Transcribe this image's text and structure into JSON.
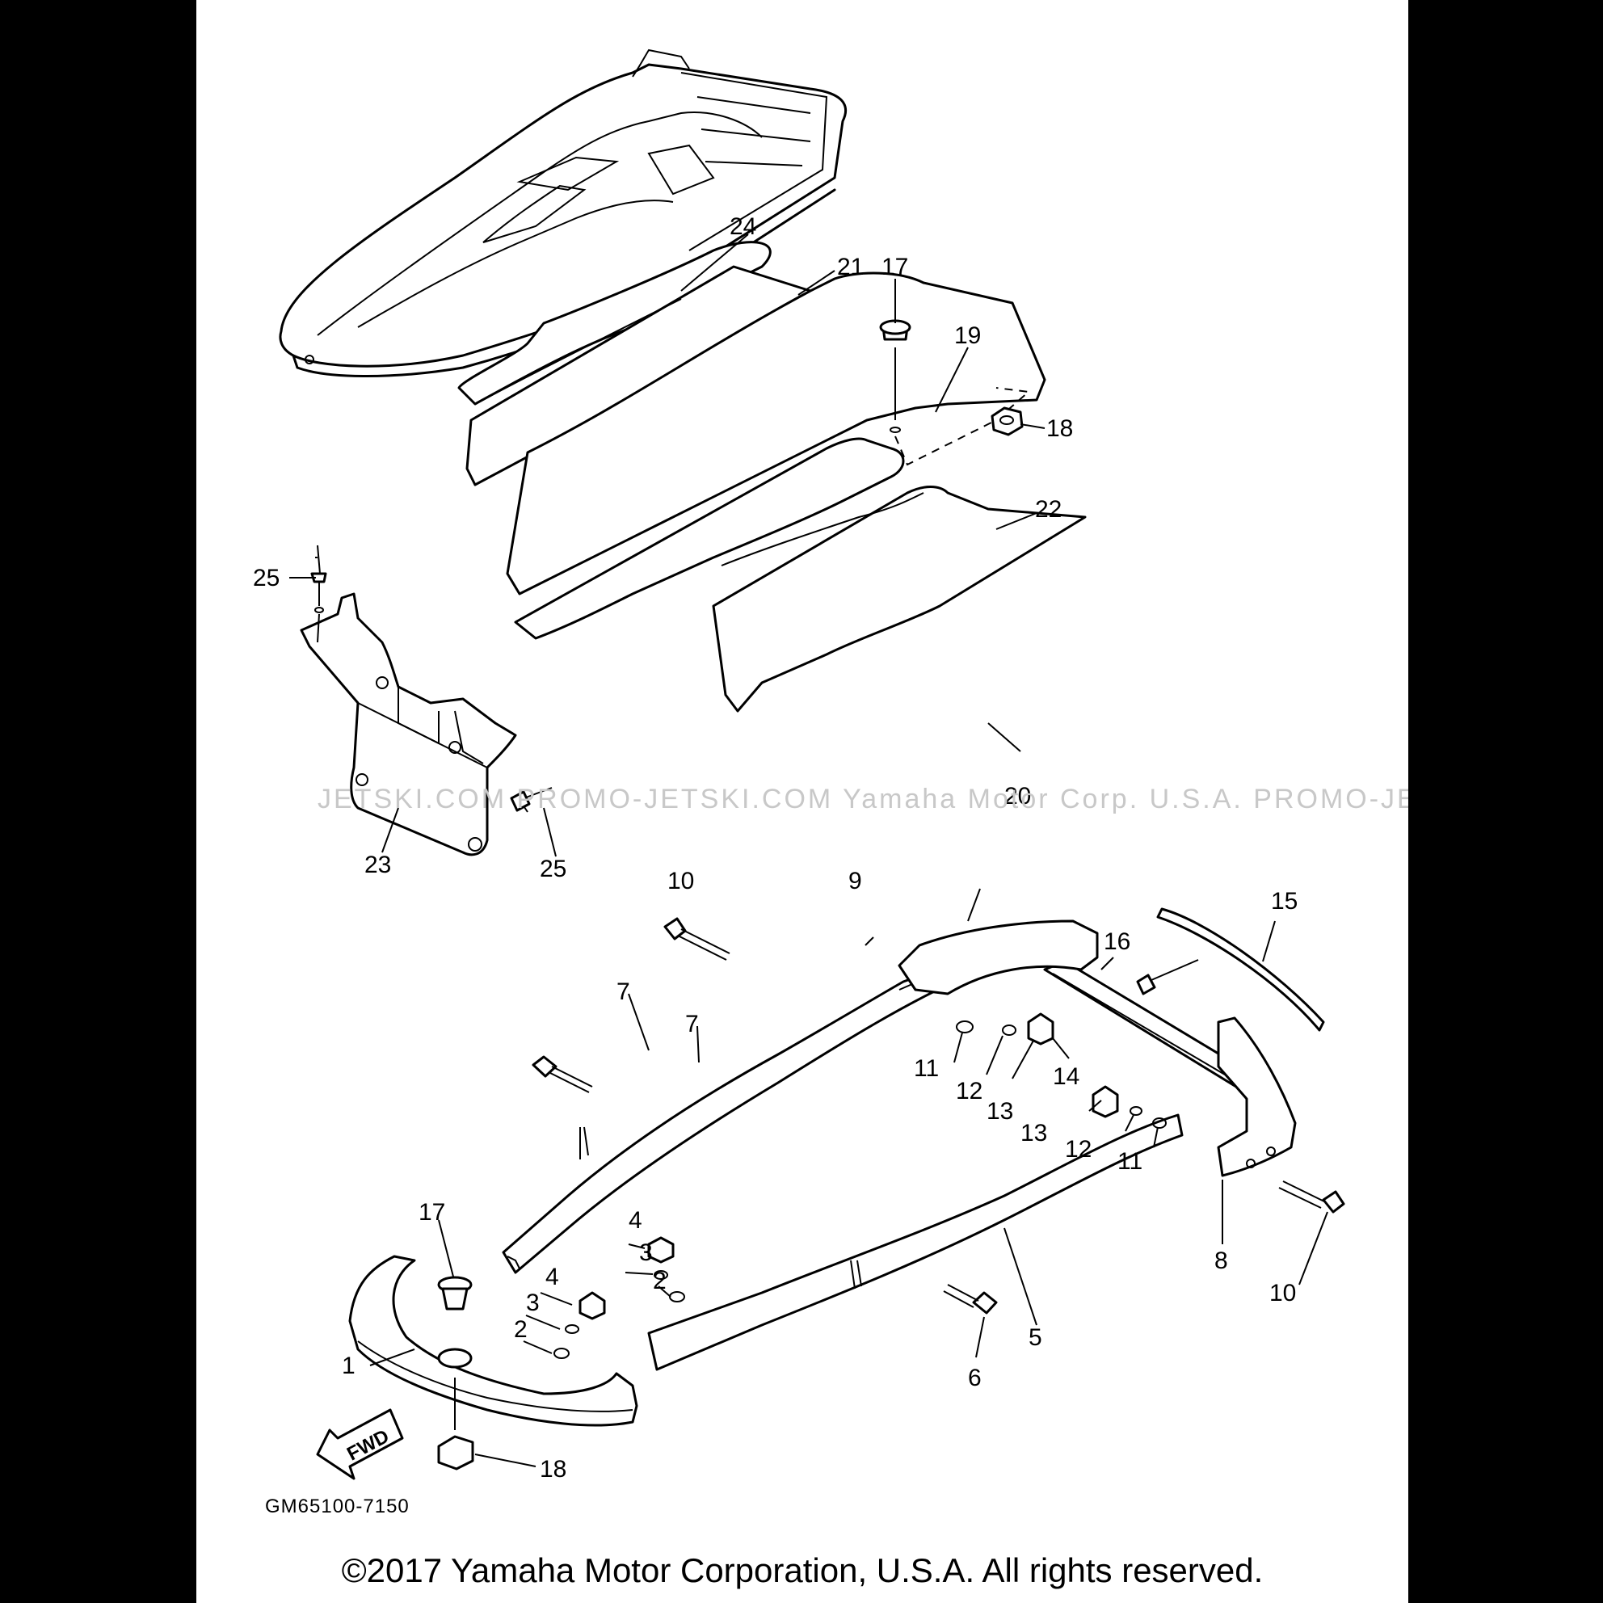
{
  "diagram_code": "GM65100-7150",
  "fwd_label": "FWD",
  "watermark": "JETSKI.COM   PROMO-JETSKI.COM   Yamaha Motor Corp. U.S.A.   PROMO-JETSKI.COM",
  "copyright": "©2017 Yamaha Motor Corporation, U.S.A. All rights reserved.",
  "callouts": [
    "1",
    "2",
    "2",
    "3",
    "3",
    "4",
    "4",
    "5",
    "6",
    "7",
    "7",
    "8",
    "9",
    "10",
    "10",
    "11",
    "11",
    "12",
    "12",
    "13",
    "13",
    "14",
    "15",
    "16",
    "17",
    "17",
    "18",
    "18",
    "19",
    "20",
    "21",
    "22",
    "23",
    "24",
    "25",
    "25"
  ]
}
